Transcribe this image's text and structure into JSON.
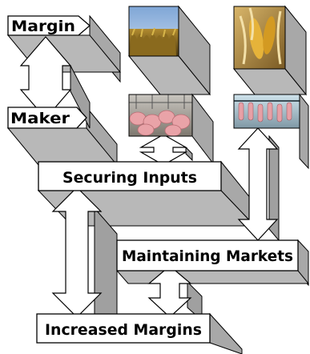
{
  "labels": {
    "margin": "Margin",
    "maker": "Maker",
    "securing_inputs": "Securing Inputs",
    "maintaining_markets": "Maintaining Markets",
    "increased_margins": "Increased Margins"
  },
  "photos": [
    {
      "name": "soybean-field-photo",
      "subject": "soybean field"
    },
    {
      "name": "corn-cob-photo",
      "subject": "corn cobs"
    },
    {
      "name": "hog-barn-photo",
      "subject": "pigs in barn"
    },
    {
      "name": "processing-line-photo",
      "subject": "pork processing line"
    }
  ],
  "colors": {
    "box_face": "#ffffff",
    "shadow": "#a8a8a8",
    "shadow_dark": "#8c8c8c",
    "outline": "#000000"
  }
}
